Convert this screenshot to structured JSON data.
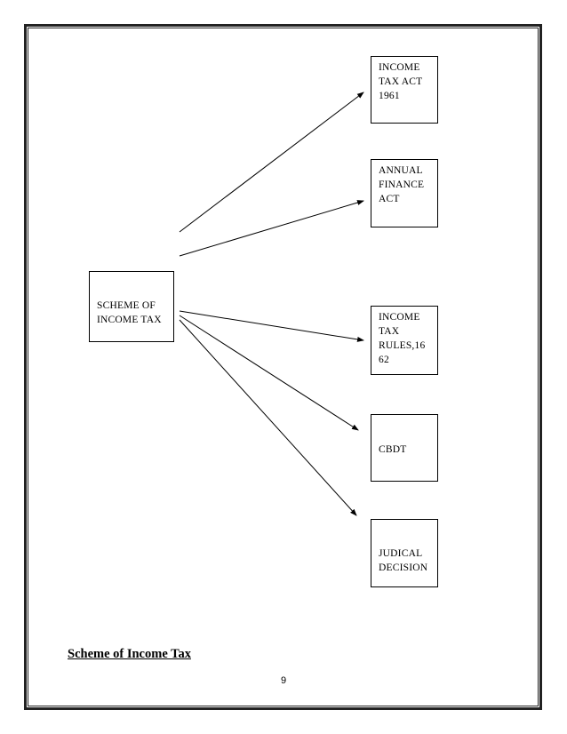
{
  "diagram": {
    "source_box": {
      "label": "SCHEME OF\nINCOME TAX"
    },
    "targets": [
      {
        "id": "act",
        "label": "INCOME\nTAX ACT\n1961"
      },
      {
        "id": "finance",
        "label": "ANNUAL\nFINANCE\nACT"
      },
      {
        "id": "rules",
        "label": "INCOME\nTAX\nRULES,16\n62"
      },
      {
        "id": "cbdt",
        "label": "CBDT"
      },
      {
        "id": "judicial",
        "label": "JUDICAL\nDECISION"
      }
    ],
    "connector_color": "#000000"
  },
  "caption": "Scheme of Income Tax",
  "page_number": "9"
}
